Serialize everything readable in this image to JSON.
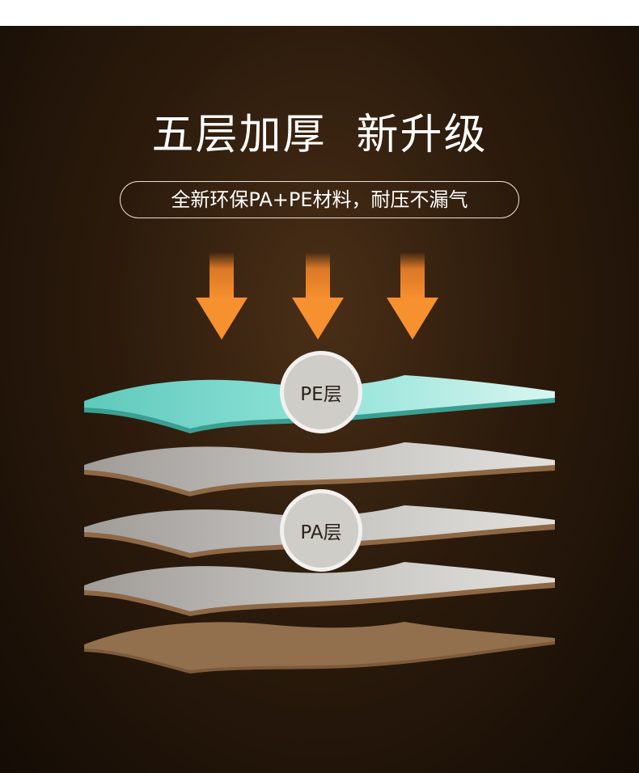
{
  "title": "五层加厚  新升级",
  "subtitle": "全新环保PA+PE材料，耐压不漏气",
  "badges": {
    "pe": "PE层",
    "pa": "PA层"
  },
  "colors": {
    "background_dark": "#1a0f06",
    "arrow_orange": "#f5862a",
    "pe_layer": "#6fd3c6",
    "pa_layer": "#b3b1ad",
    "base_layer": "#8e6845"
  },
  "layer_count": 5
}
